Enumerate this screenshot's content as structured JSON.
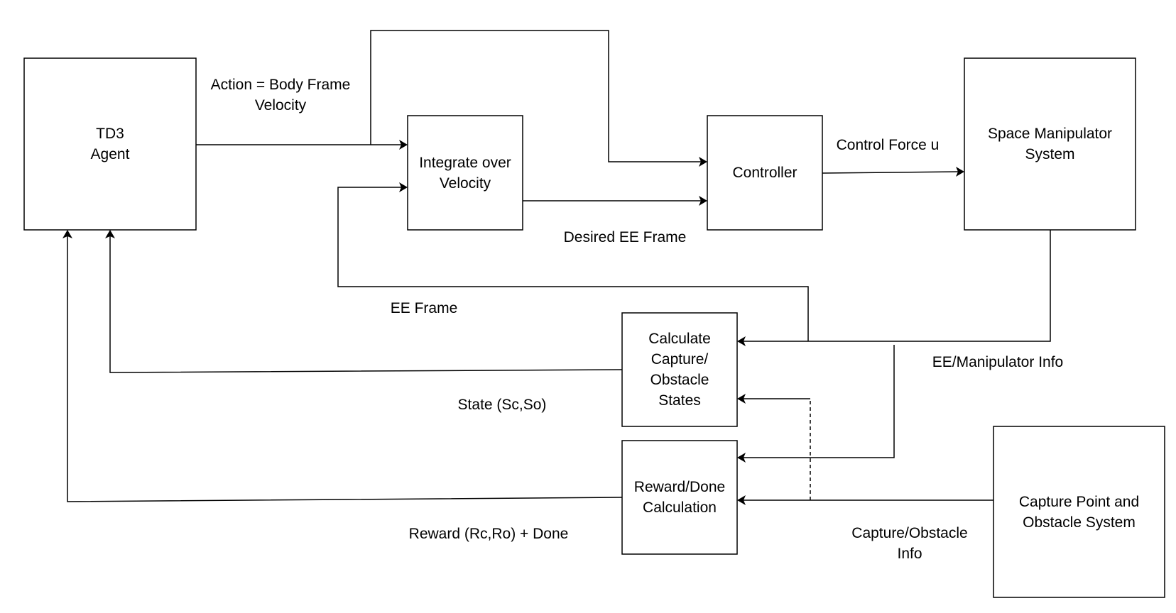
{
  "nodes": {
    "agent": "TD3\nAgent",
    "integrate": "Integrate over\nVelocity",
    "controller": "Controller",
    "manipulator": "Space Manipulator\nSystem",
    "calculate": "Calculate\nCapture/\nObstacle\nStates",
    "reward": "Reward/Done\nCalculation",
    "capture_system": "Capture Point and\nObstacle System"
  },
  "edges": {
    "action": "Action = Body Frame\nVelocity",
    "control_force": "Control Force u",
    "desired_ee": "Desired EE Frame",
    "ee_frame": "EE Frame",
    "ee_manipulator_info": "EE/Manipulator Info",
    "state": "State (Sc,So)",
    "reward": "Reward (Rc,Ro) + Done",
    "capture_obstacle_info": "Capture/Obstacle\nInfo"
  }
}
